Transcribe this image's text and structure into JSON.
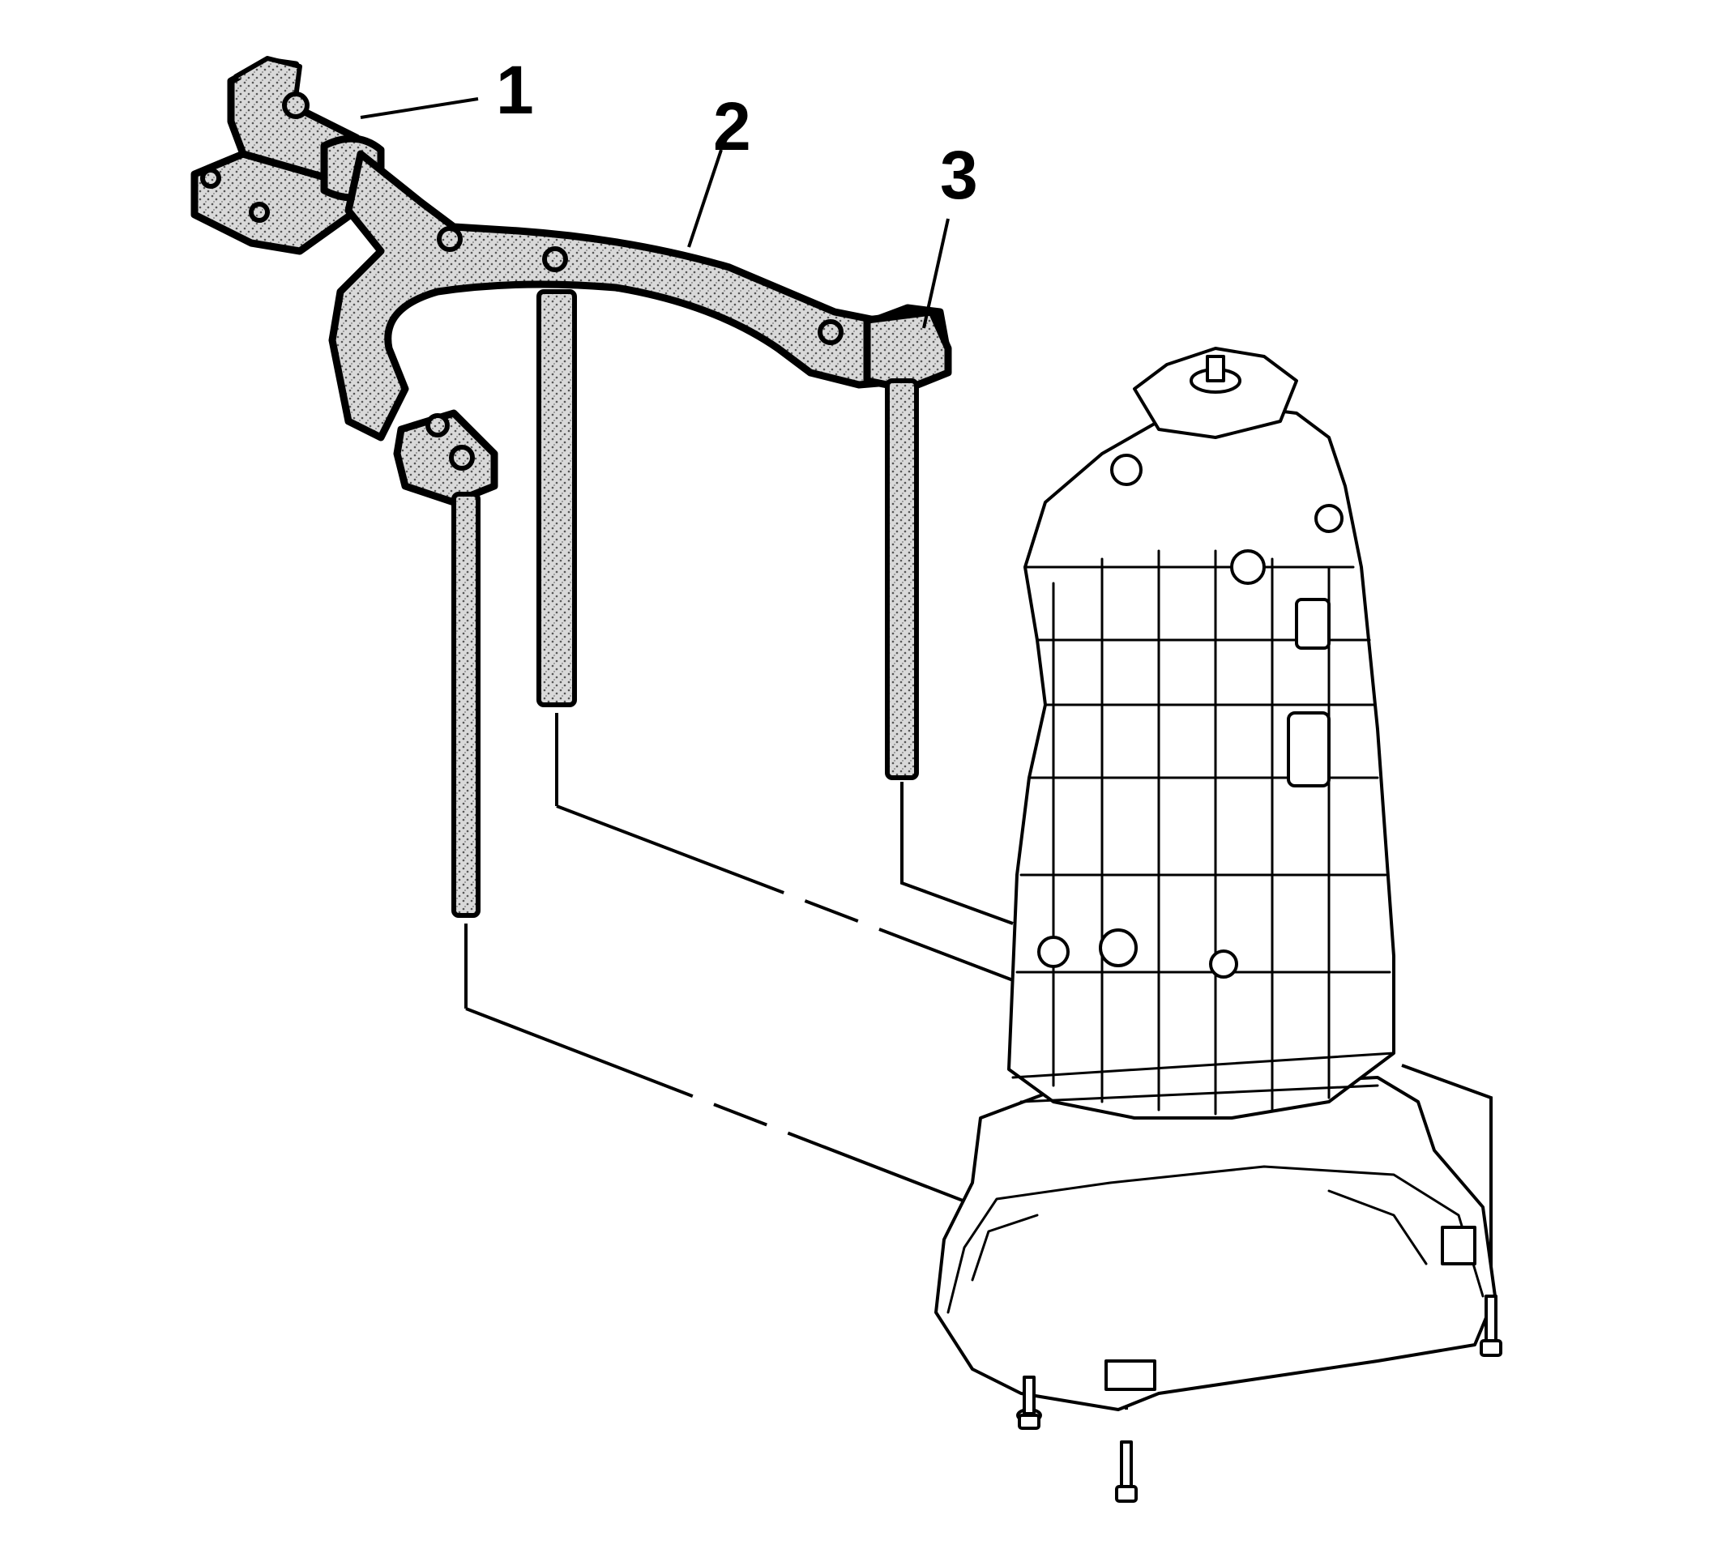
{
  "callouts": [
    {
      "id": "1",
      "label": "1"
    },
    {
      "id": "2",
      "label": "2"
    },
    {
      "id": "3",
      "label": "3"
    }
  ],
  "icons": {
    "holding_fixture": "holding-fixture-icon",
    "support_legs": "support-leg-icon",
    "transmission": "transmission-case-icon",
    "bolts": "bolt-icon"
  },
  "colors": {
    "ink": "#000000",
    "background": "#ffffff",
    "tool_fill": "#d9d9d9"
  }
}
